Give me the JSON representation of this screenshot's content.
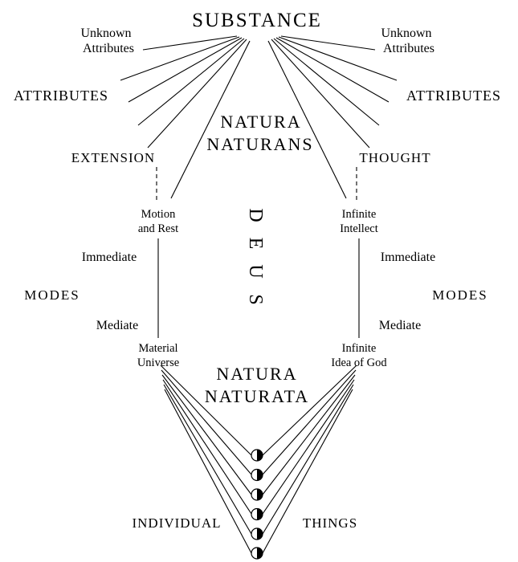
{
  "diagram": {
    "substance": "SUBSTANCE",
    "natura_naturans": {
      "line1": "NATURA",
      "line2": "NATURANS"
    },
    "natura_naturata": {
      "line1": "NATURA",
      "line2": "NATURATA"
    },
    "deus": {
      "l0": "D",
      "l1": "E",
      "l2": "U",
      "l3": "S"
    },
    "left": {
      "unknown_attributes": {
        "line1": "Unknown",
        "line2": "Attributes"
      },
      "attributes": "ATTRIBUTES",
      "attribute_name": "EXTENSION",
      "immediate_mode": {
        "line1": "Motion",
        "line2": "and Rest"
      },
      "immediate": "Immediate",
      "modes": "MODES",
      "mediate": "Mediate",
      "mediate_mode": {
        "line1": "Material",
        "line2": "Universe"
      }
    },
    "right": {
      "unknown_attributes": {
        "line1": "Unknown",
        "line2": "Attributes"
      },
      "attributes": "ATTRIBUTES",
      "attribute_name": "THOUGHT",
      "immediate_mode": {
        "line1": "Infinite",
        "line2": "Intellect"
      },
      "immediate": "Immediate",
      "modes": "MODES",
      "mediate": "Mediate",
      "mediate_mode": {
        "line1": "Infinite",
        "line2": "Idea of God"
      }
    },
    "individual_things": {
      "left": "INDIVIDUAL",
      "right": "THINGS"
    }
  },
  "colors": {
    "line": "#000000",
    "background": "#ffffff",
    "text": "#000000"
  }
}
